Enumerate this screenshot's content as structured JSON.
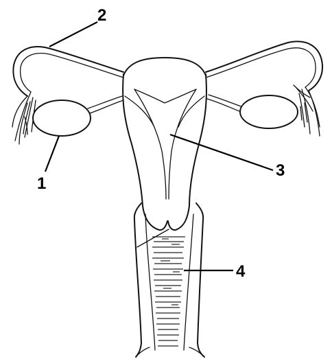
{
  "labels": {
    "ovary": "1",
    "fallopian_tube": "2",
    "uterus": "3",
    "vagina": "4"
  }
}
